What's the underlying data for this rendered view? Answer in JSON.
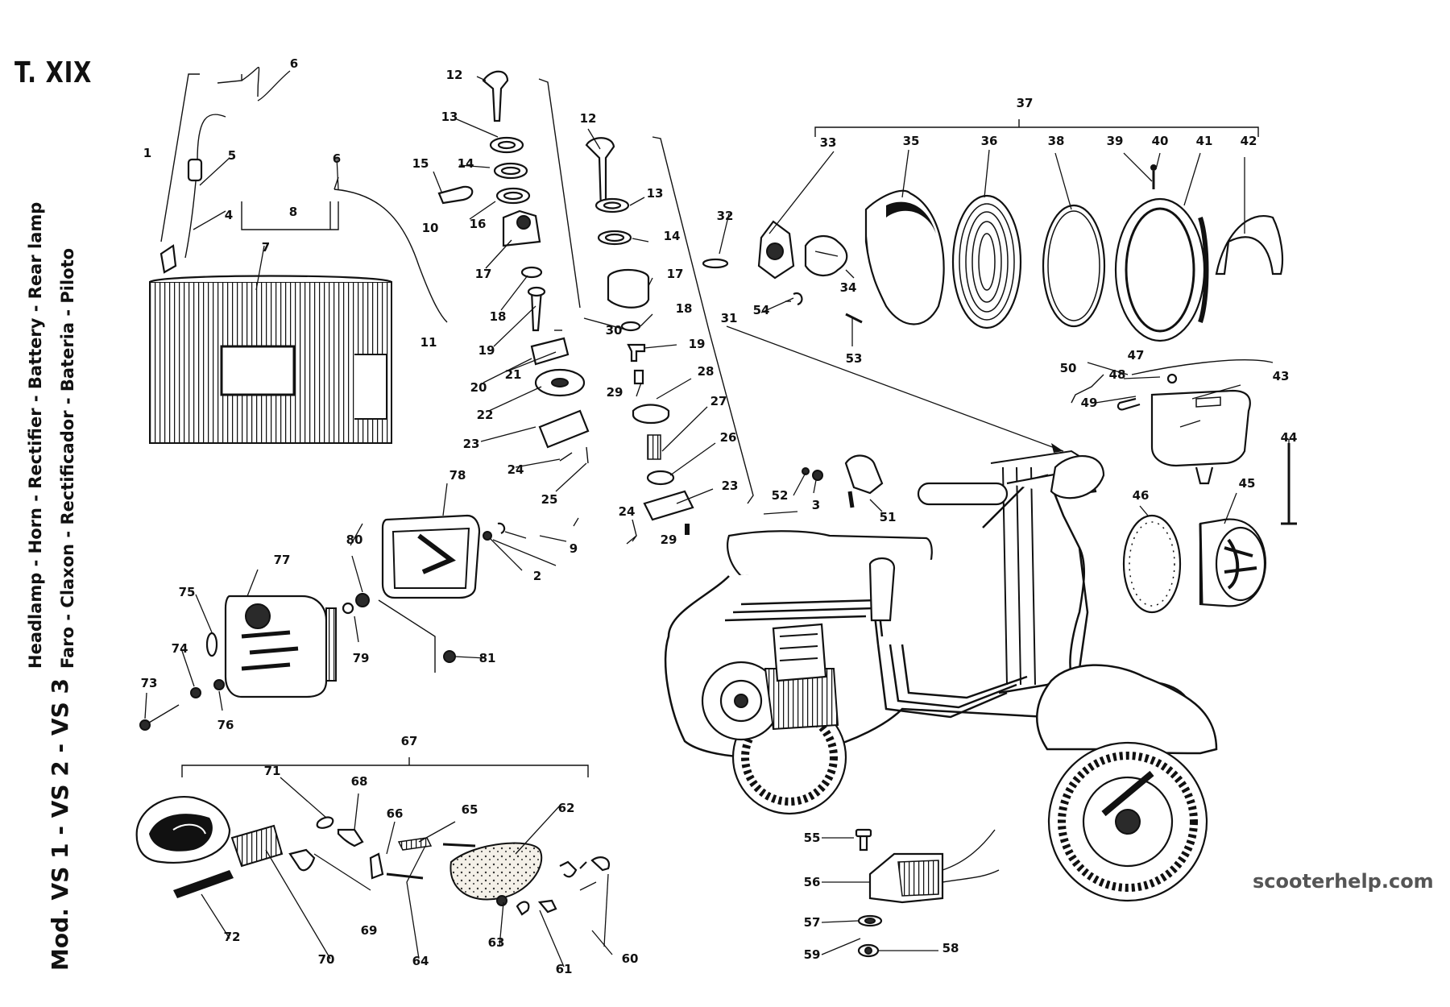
{
  "table_code": "T. XIX",
  "vertical_titles": {
    "models": "Mod. VS 1 - VS 2 - VS 3",
    "english": "Headlamp - Horn - Rectifier - Battery - Rear lamp",
    "spanish": "Faro - Claxon - Rectificador - Bateria - Piloto"
  },
  "watermark": "scooterhelp.com",
  "part_numbers": [
    "1",
    "2",
    "3",
    "4",
    "5",
    "6",
    "7",
    "8",
    "9",
    "10",
    "11",
    "12",
    "13",
    "14",
    "15",
    "16",
    "17",
    "18",
    "19",
    "20",
    "21",
    "22",
    "23",
    "24",
    "25",
    "26",
    "27",
    "28",
    "29",
    "30",
    "31",
    "32",
    "33",
    "34",
    "35",
    "36",
    "37",
    "38",
    "39",
    "40",
    "41",
    "42",
    "43",
    "44",
    "45",
    "46",
    "47",
    "48",
    "49",
    "50",
    "51",
    "52",
    "53",
    "54",
    "55",
    "56",
    "57",
    "58",
    "59",
    "60",
    "61",
    "62",
    "63",
    "64",
    "65",
    "66",
    "67",
    "68",
    "69",
    "70",
    "71",
    "72",
    "73",
    "74",
    "75",
    "76",
    "77",
    "78",
    "79",
    "80",
    "81"
  ],
  "icons": [
    "battery-icon",
    "headlamp-icon",
    "horn-icon",
    "rectifier-icon",
    "rear-lamp-icon",
    "scooter-icon",
    "ignition-switch-icon"
  ]
}
